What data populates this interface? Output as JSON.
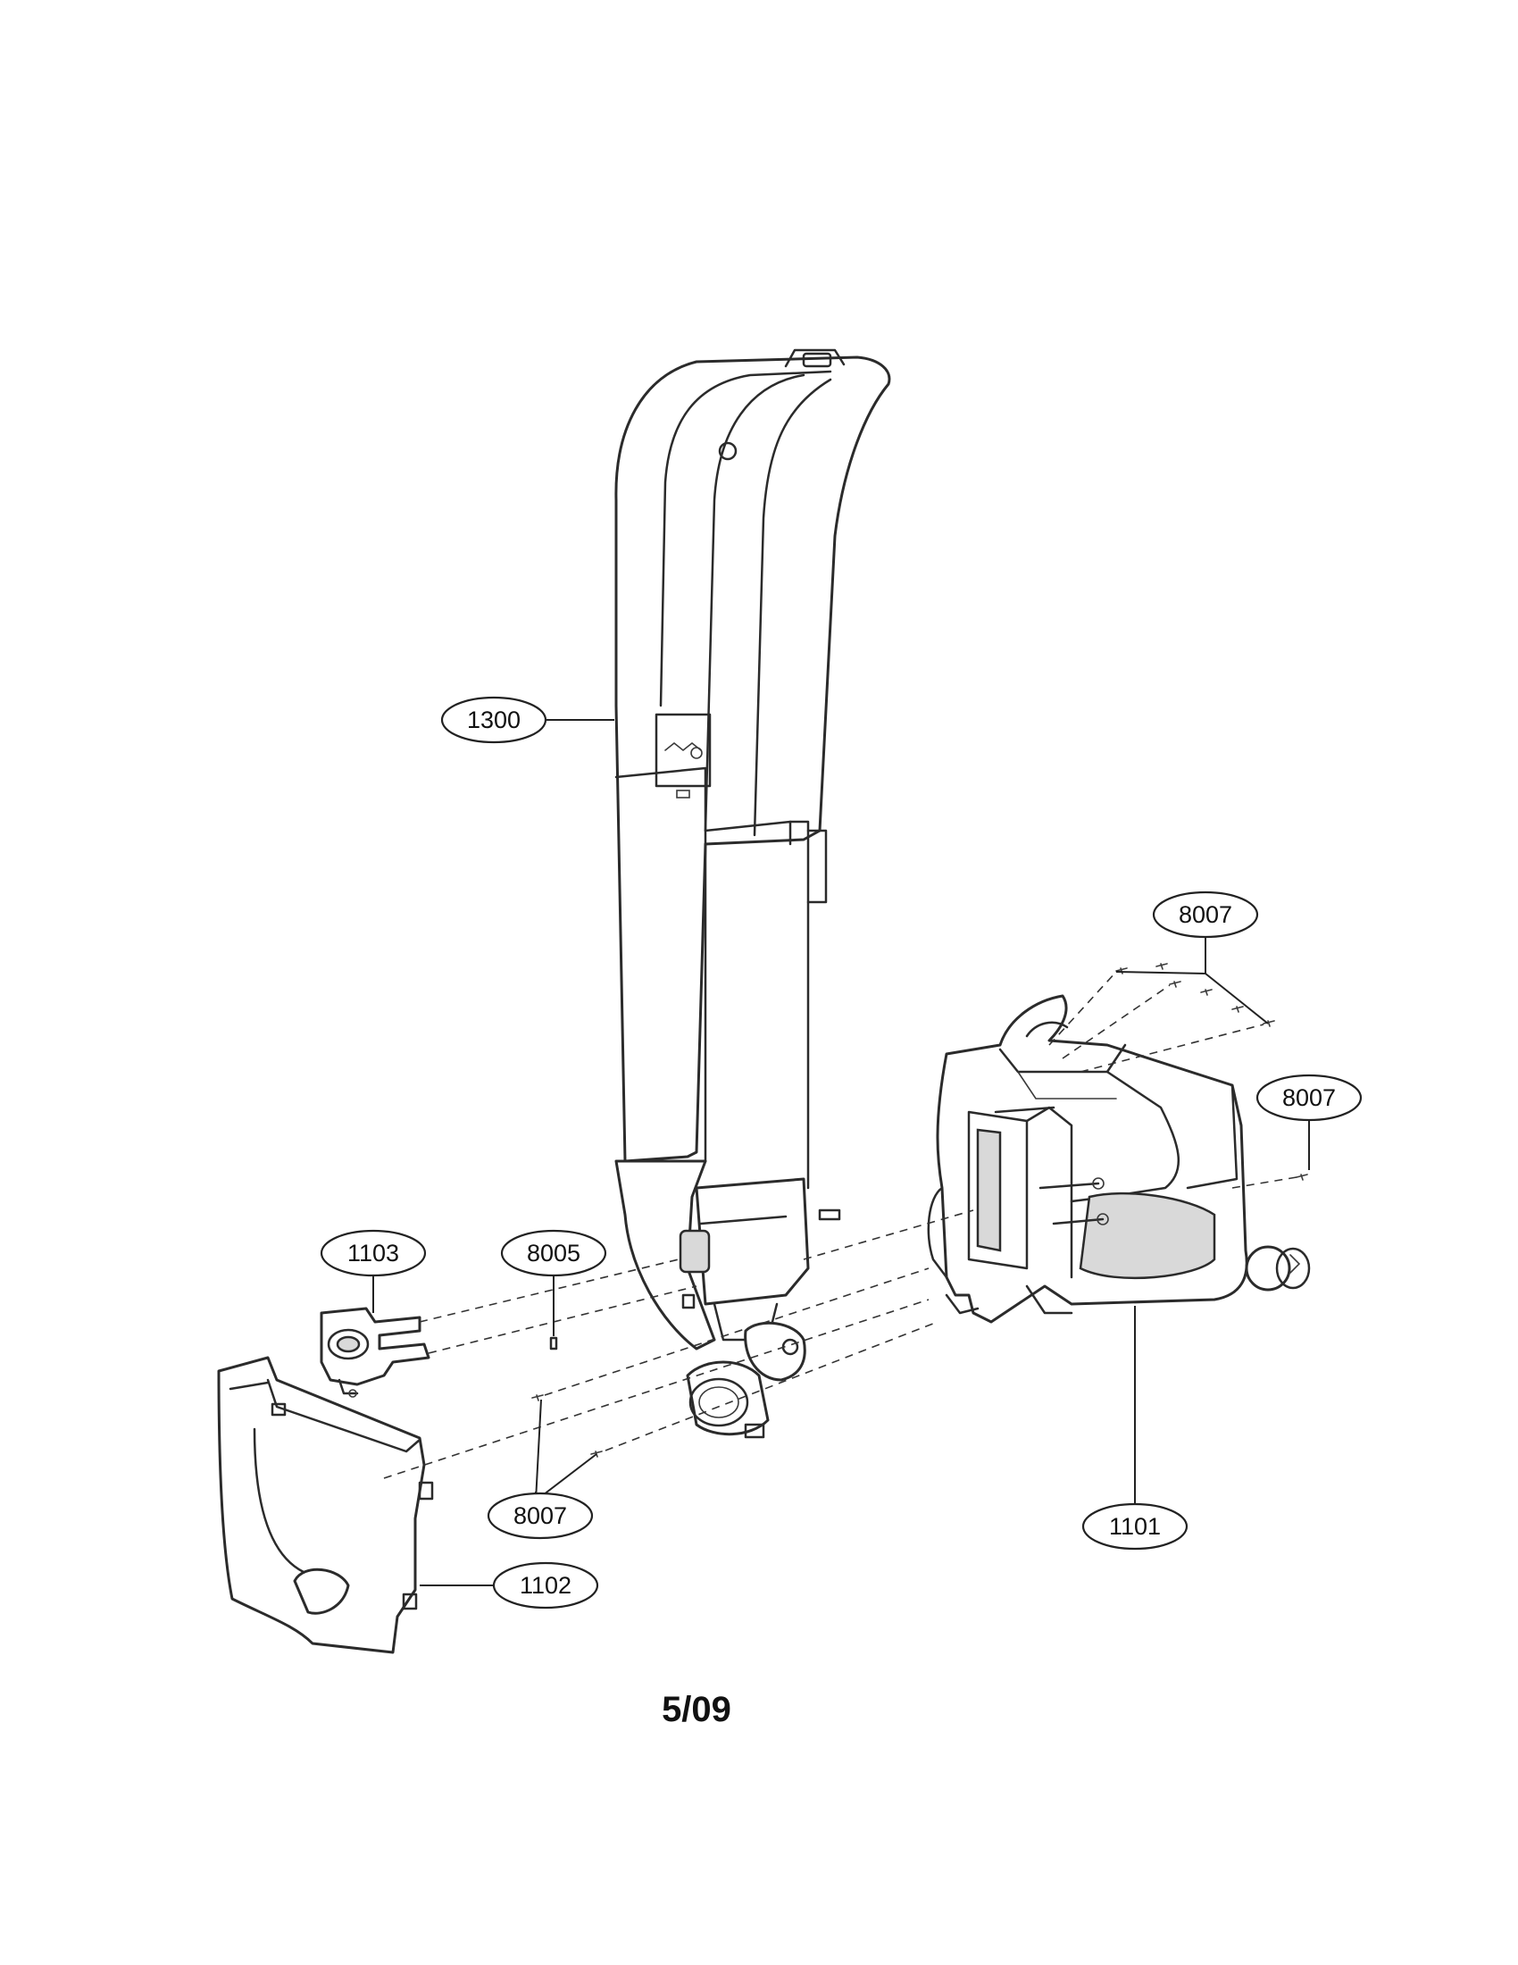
{
  "callouts": {
    "handle": "1300",
    "screws_top": "8007",
    "screw_right": "8007",
    "clip": "1103",
    "pin": "8005",
    "screws_bottom": "8007",
    "right_cover": "1101",
    "left_cover": "1102"
  },
  "page_number": "5/09"
}
